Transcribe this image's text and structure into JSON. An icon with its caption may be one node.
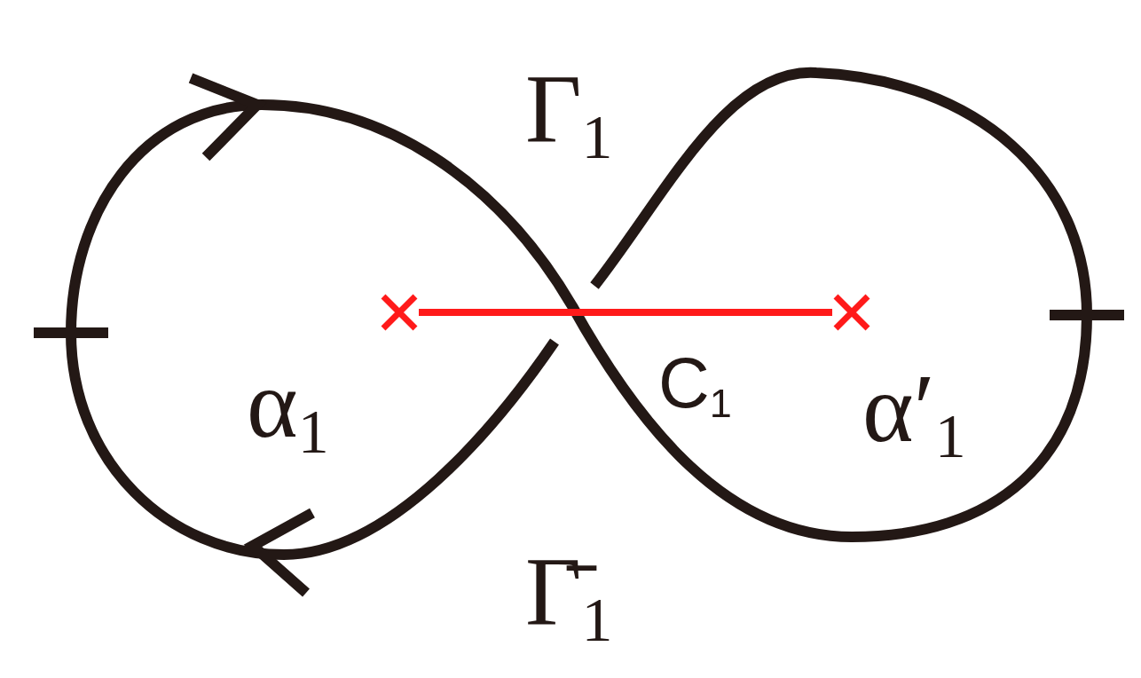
{
  "diagram": {
    "nodes": [
      {
        "text": [],
        "shape": "cross"
      },
      {
        "text": [],
        "shape": "cross"
      }
    ],
    "edges": [
      {
        "from": 0,
        "to": 1,
        "arrow": "none",
        "label": "C$_{1}$"
      }
    ],
    "labels": [
      "Γ$_{1}$",
      "α$_{1}$",
      "α′$_{1}$",
      "Γ̄$_{1}$"
    ]
  }
}
